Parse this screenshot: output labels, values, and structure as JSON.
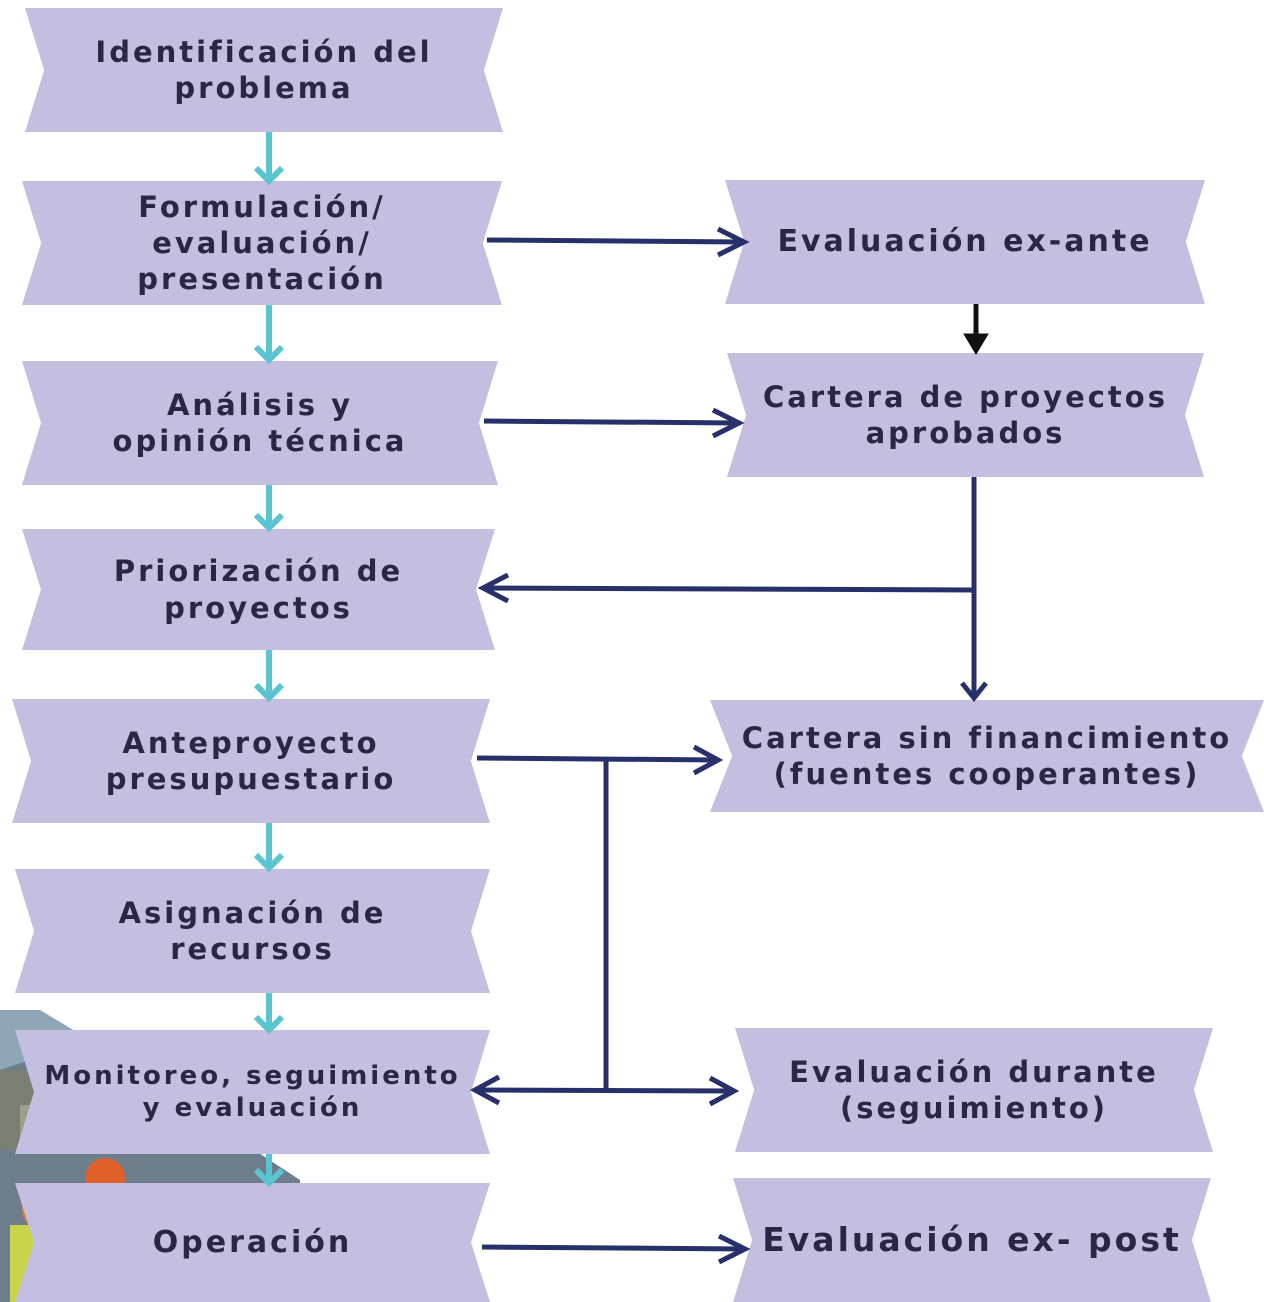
{
  "diagram": {
    "main_flow": [
      {
        "id": "identificacion",
        "lines": [
          "Identificación del",
          "problema"
        ]
      },
      {
        "id": "formulacion",
        "lines": [
          "Formulación/",
          "evaluación/",
          "presentación"
        ]
      },
      {
        "id": "analisis",
        "lines": [
          "Análisis y",
          "opinión técnica"
        ]
      },
      {
        "id": "priorizacion",
        "lines": [
          "Priorización de",
          "proyectos"
        ]
      },
      {
        "id": "anteproyecto",
        "lines": [
          "Anteproyecto",
          "presupuestario"
        ]
      },
      {
        "id": "asignacion",
        "lines": [
          "Asignación de",
          "recursos"
        ]
      },
      {
        "id": "monitoreo",
        "lines": [
          "Monitoreo, seguimiento",
          "y evaluación"
        ]
      },
      {
        "id": "operacion",
        "lines": [
          "Operación"
        ]
      }
    ],
    "side_flow": [
      {
        "id": "ex_ante",
        "lines": [
          "Evaluación ex-ante"
        ]
      },
      {
        "id": "cartera_aprobados",
        "lines": [
          "Cartera de proyectos",
          "aprobados"
        ]
      },
      {
        "id": "cartera_sin_financiamiento",
        "lines": [
          "Cartera sin financimiento",
          "(fuentes cooperantes)"
        ]
      },
      {
        "id": "durante",
        "lines": [
          "Evaluación durante",
          "(seguimiento)"
        ]
      },
      {
        "id": "ex_post",
        "lines": [
          "Evaluación ex- post"
        ]
      }
    ],
    "colors": {
      "box_fill": "#c4bee0",
      "box_text": "#2a2744",
      "main_arrow": "#5bc4d1",
      "connector_arrow": "#27306a",
      "black_arrow": "#111111"
    }
  }
}
